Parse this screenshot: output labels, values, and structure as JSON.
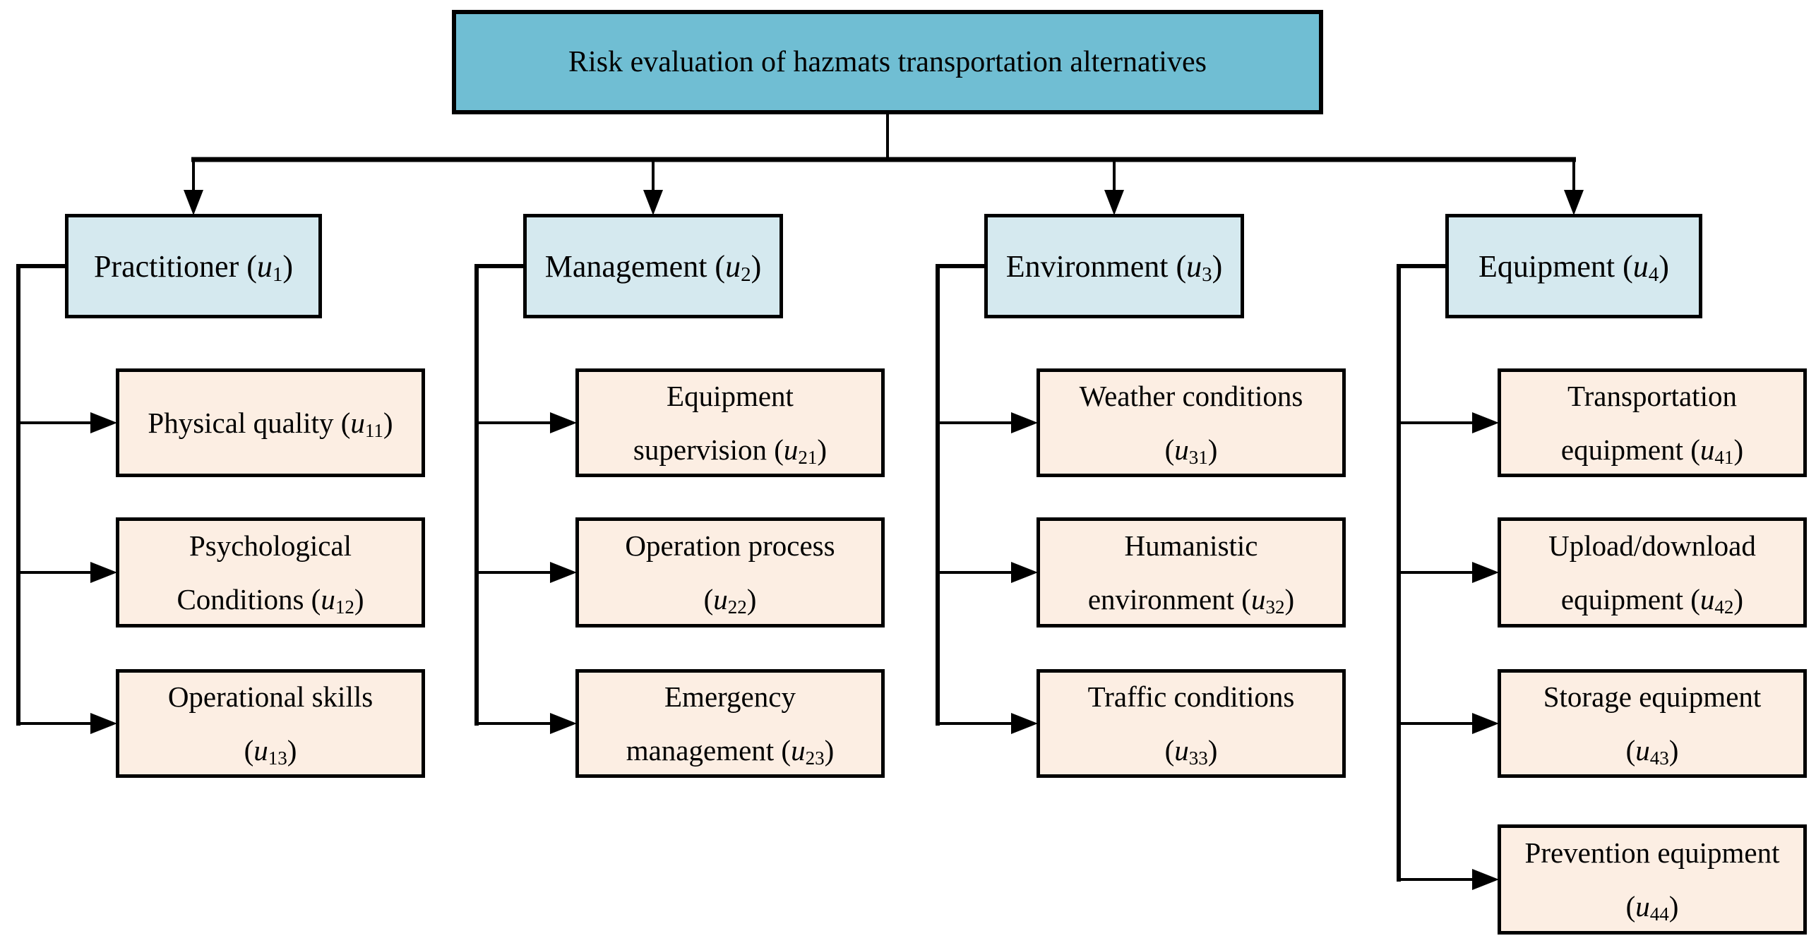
{
  "diagram": {
    "symbol": "u",
    "title": {
      "label": [
        {
          "t": "Risk evaluation of hazmats transportation alternatives"
        }
      ]
    },
    "columns": [
      {
        "id": "practitioner",
        "label": [
          {
            "t": "Practitioner ("
          },
          {
            "u": "1"
          },
          {
            "t": ")"
          }
        ],
        "children": [
          {
            "id": "u11",
            "label": [
              {
                "t": "Physical quality ("
              },
              {
                "u": "11"
              },
              {
                "t": ")"
              }
            ]
          },
          {
            "id": "u12",
            "label": [
              {
                "t": "Psychological"
              },
              {
                "br": true
              },
              {
                "t": "Conditions ("
              },
              {
                "u": "12"
              },
              {
                "t": ")"
              }
            ]
          },
          {
            "id": "u13",
            "label": [
              {
                "t": "Operational skills"
              },
              {
                "br": true
              },
              {
                "t": "("
              },
              {
                "u": "13"
              },
              {
                "t": ")"
              }
            ]
          }
        ]
      },
      {
        "id": "management",
        "label": [
          {
            "t": "Management ("
          },
          {
            "u": "2"
          },
          {
            "t": ")"
          }
        ],
        "children": [
          {
            "id": "u21",
            "label": [
              {
                "t": "Equipment"
              },
              {
                "br": true
              },
              {
                "t": "supervision ("
              },
              {
                "u": "21"
              },
              {
                "t": ")"
              }
            ]
          },
          {
            "id": "u22",
            "label": [
              {
                "t": "Operation process"
              },
              {
                "br": true
              },
              {
                "t": "("
              },
              {
                "u": "22"
              },
              {
                "t": ")"
              }
            ]
          },
          {
            "id": "u23",
            "label": [
              {
                "t": "Emergency"
              },
              {
                "br": true
              },
              {
                "t": "management ("
              },
              {
                "u": "23"
              },
              {
                "t": ")"
              }
            ]
          }
        ]
      },
      {
        "id": "environment",
        "label": [
          {
            "t": "Environment ("
          },
          {
            "u": "3"
          },
          {
            "t": ")"
          }
        ],
        "children": [
          {
            "id": "u31",
            "label": [
              {
                "t": "Weather conditions"
              },
              {
                "br": true
              },
              {
                "t": "("
              },
              {
                "u": "31"
              },
              {
                "t": ")"
              }
            ]
          },
          {
            "id": "u32",
            "label": [
              {
                "t": "Humanistic"
              },
              {
                "br": true
              },
              {
                "t": "environment ("
              },
              {
                "u": "32"
              },
              {
                "t": ")"
              }
            ]
          },
          {
            "id": "u33",
            "label": [
              {
                "t": "Traffic conditions"
              },
              {
                "br": true
              },
              {
                "t": "("
              },
              {
                "u": "33"
              },
              {
                "t": ")"
              }
            ]
          }
        ]
      },
      {
        "id": "equipment",
        "label": [
          {
            "t": "Equipment ("
          },
          {
            "u": "4"
          },
          {
            "t": ")"
          }
        ],
        "children": [
          {
            "id": "u41",
            "label": [
              {
                "t": "Transportation"
              },
              {
                "br": true
              },
              {
                "t": "equipment ("
              },
              {
                "u": "41"
              },
              {
                "t": ")"
              }
            ]
          },
          {
            "id": "u42",
            "label": [
              {
                "t": "Upload/download"
              },
              {
                "br": true
              },
              {
                "t": "equipment ("
              },
              {
                "u": "42"
              },
              {
                "t": ")"
              }
            ]
          },
          {
            "id": "u43",
            "label": [
              {
                "t": "Storage equipment"
              },
              {
                "br": true
              },
              {
                "t": "("
              },
              {
                "u": "43"
              },
              {
                "t": ")"
              }
            ]
          },
          {
            "id": "u44",
            "label": [
              {
                "t": "Prevention equipment"
              },
              {
                "br": true
              },
              {
                "t": "("
              },
              {
                "u": "44"
              },
              {
                "t": ")"
              }
            ]
          }
        ]
      }
    ],
    "colors": {
      "root_fill": "#70BED3",
      "category_fill": "#D5E9EF",
      "child_fill": "#FCEEE3",
      "line": "#000000"
    }
  }
}
